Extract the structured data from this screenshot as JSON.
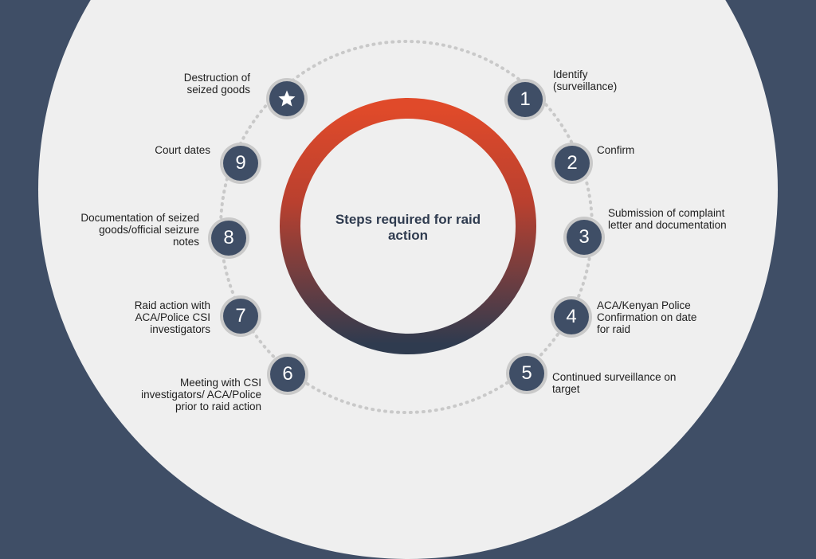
{
  "center_title": "Steps required for raid action",
  "colors": {
    "node_fill": "#3f4e66",
    "ring_top": "#e04a2a",
    "ring_bottom": "#2f3b4f",
    "background": "#3f4e66"
  },
  "steps": [
    {
      "marker": "1",
      "label": "Identify (surveillance)"
    },
    {
      "marker": "2",
      "label": "Confirm"
    },
    {
      "marker": "3",
      "label": "Submission of complaint letter and documentation"
    },
    {
      "marker": "4",
      "label": "ACA/Kenyan Police Confirmation on date for raid"
    },
    {
      "marker": "5",
      "label": "Continued surveillance on target"
    },
    {
      "marker": "6",
      "label": "Meeting with CSI investigators/ ACA/Police prior to raid action"
    },
    {
      "marker": "7",
      "label": "Raid action with ACA/Police CSI investigators"
    },
    {
      "marker": "8",
      "label": "Documentation of seized goods/official seizure notes"
    },
    {
      "marker": "9",
      "label": "Court dates"
    },
    {
      "marker": "star-icon",
      "label": "Destruction of seized goods"
    }
  ]
}
